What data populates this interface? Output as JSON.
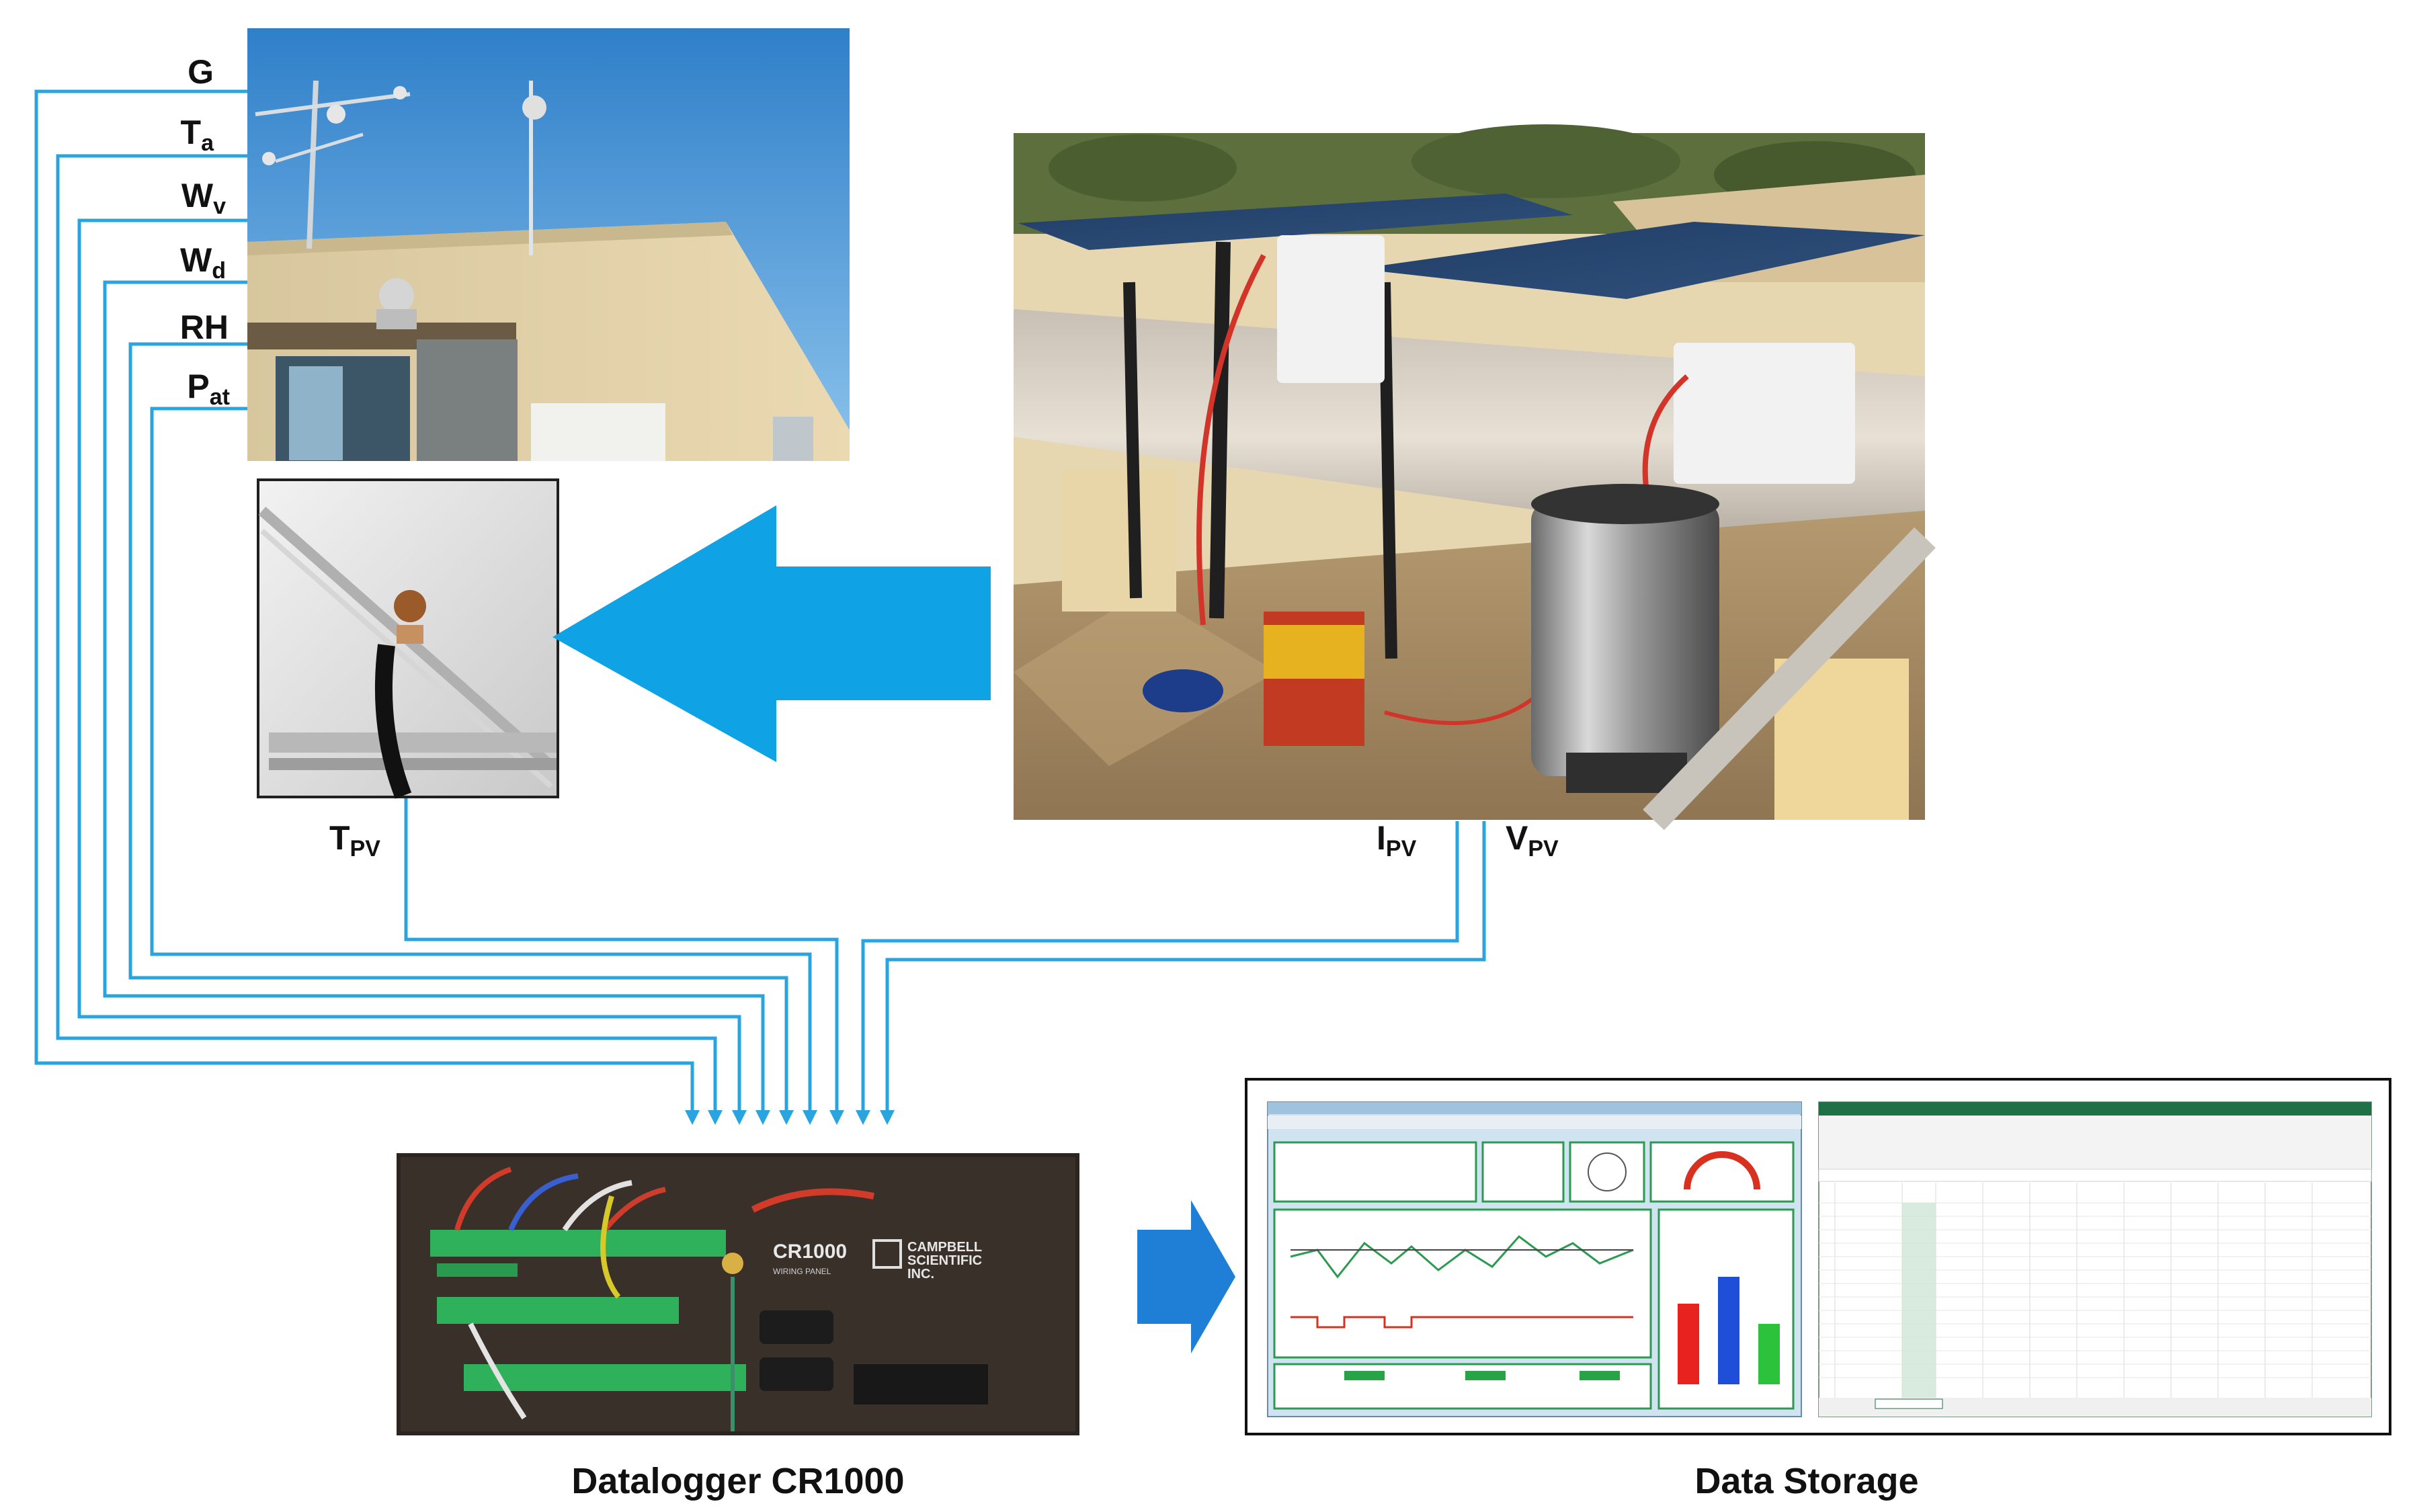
{
  "sensor_labels": {
    "G": {
      "main": "G",
      "sub": ""
    },
    "Ta": {
      "main": "T",
      "sub": "a"
    },
    "Wv": {
      "main": "W",
      "sub": "v"
    },
    "Wd": {
      "main": "W",
      "sub": "d"
    },
    "RH": {
      "main": "RH",
      "sub": ""
    },
    "Pat": {
      "main": "P",
      "sub": "at"
    }
  },
  "pv_labels": {
    "Tpv": {
      "main": "T",
      "sub": "PV"
    },
    "Ipv": {
      "main": "I",
      "sub": "PV"
    },
    "Vpv": {
      "main": "V",
      "sub": "PV"
    }
  },
  "captions": {
    "datalogger": "Datalogger CR1000",
    "storage": "Data Storage"
  },
  "datalogger_panel": {
    "model": "CR1000",
    "subtitle": "WIRING PANEL",
    "brand_line1": "CAMPBELL",
    "brand_line2": "SCIENTIFIC",
    "brand_line3": "INC."
  },
  "colors": {
    "wire": "#2aa4df",
    "big_arrow": "#0fa3e6",
    "storage_arrow": "#1f7fd6",
    "terminal_green": "#2fb05a",
    "excel_green": "#1e7145"
  },
  "icons": {
    "big_arrow": "left-arrow-icon",
    "storage_arrow": "right-arrow-icon"
  }
}
